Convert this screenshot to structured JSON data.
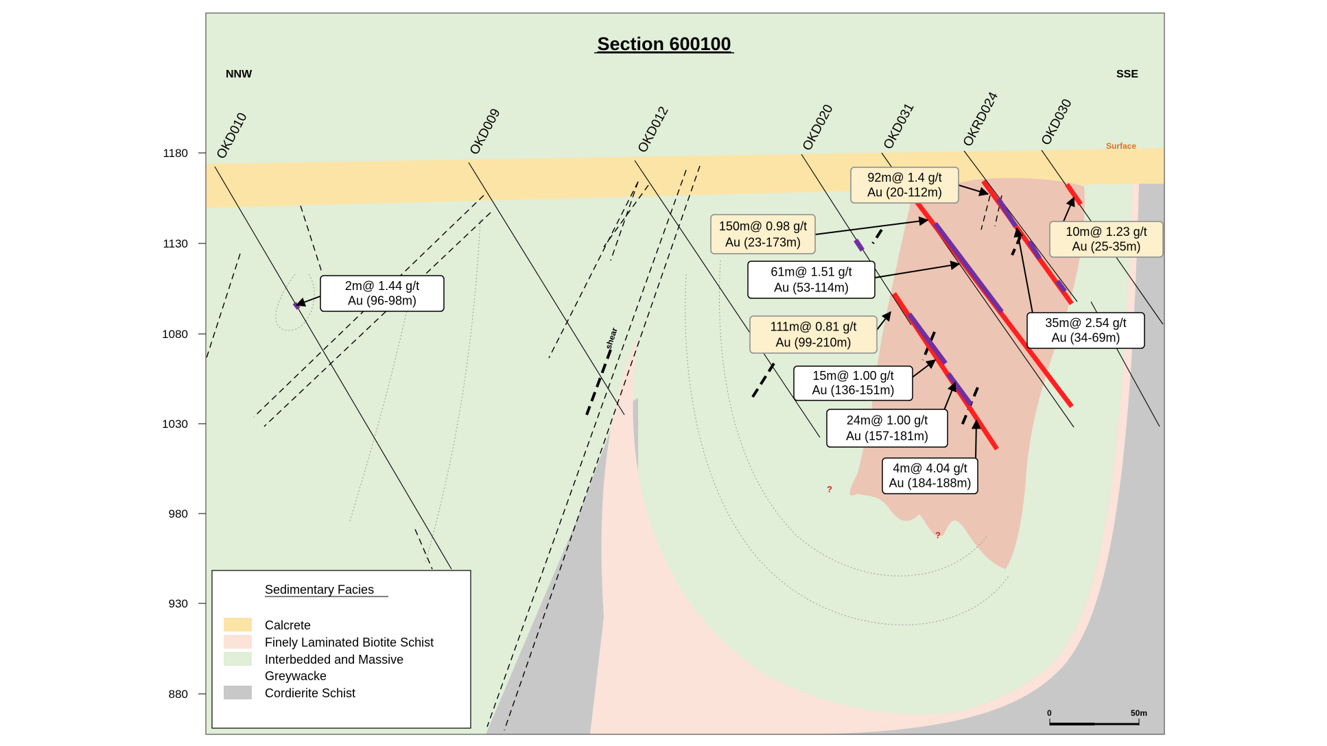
{
  "title": "Section 600100",
  "directions": {
    "left": "NNW",
    "right": "SSE"
  },
  "surface_label": "Surface",
  "shear_label": "shear",
  "elevations": [
    "1180",
    "1130",
    "1080",
    "1030",
    "980",
    "930",
    "880"
  ],
  "drillholes": [
    "OKD010",
    "OKD009",
    "OKD012",
    "OKD020",
    "OKD031",
    "OKRD024",
    "OKD030"
  ],
  "intercepts": [
    {
      "line1": "2m@ 1.44 g/t",
      "line2": "Au (96-98m)"
    },
    {
      "line1": "150m@ 0.98 g/t",
      "line2": "Au (23-173m)"
    },
    {
      "line1": "92m@ 1.4 g/t",
      "line2": "Au (20-112m)"
    },
    {
      "line1": "10m@ 1.23 g/t",
      "line2": "Au (25-35m)"
    },
    {
      "line1": "61m@ 1.51 g/t",
      "line2": "Au (53-114m)"
    },
    {
      "line1": "35m@ 2.54 g/t",
      "line2": "Au (34-69m)"
    },
    {
      "line1": "111m@ 0.81 g/t",
      "line2": "Au (99-210m)"
    },
    {
      "line1": "15m@ 1.00 g/t",
      "line2": "Au (136-151m)"
    },
    {
      "line1": "24m@ 1.00 g/t",
      "line2": "Au (157-181m)"
    },
    {
      "line1": "4m@ 4.04 g/t",
      "line2": "Au (184-188m)"
    }
  ],
  "legend": {
    "title": "Sedimentary Facies",
    "items": [
      {
        "label": "Calcrete",
        "color": "#fce4a6"
      },
      {
        "label": "Finely Laminated Biotite Schist",
        "color": "#fbe3d9"
      },
      {
        "label": "Interbedded and Massive",
        "label2": "Greywacke",
        "color": "#e1eed8"
      },
      {
        "label": "Cordierite Schist",
        "color": "#c8c8c9"
      }
    ]
  },
  "scale_bar": {
    "start": "0",
    "end": "50m"
  },
  "unknown_marker": "?",
  "colors": {
    "calcrete": "#fce4a6",
    "greywacke": "#e1eed8",
    "biotite_schist": "#fbe3d9",
    "ore_zone": "#ecc5b4",
    "cordierite": "#c8c8c9",
    "mineralised": "#ff2020",
    "high_grade": "#7030a0",
    "label_fill_pending": "#fdf0cc",
    "surface_label": "#e07020"
  }
}
